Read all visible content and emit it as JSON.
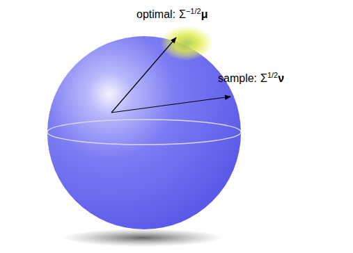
{
  "diagram": {
    "labels": [
      "optimal:",
      "Σ",
      "−1/2",
      "μ",
      "sample:",
      "Σ",
      "1/2",
      "ν"
    ]
  }
}
